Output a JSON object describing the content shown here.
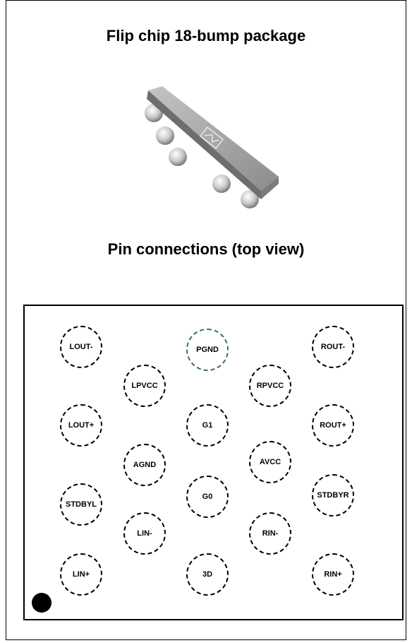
{
  "title": "Flip chip 18-bump package",
  "subtitle": "Pin connections (top view)",
  "pins": [
    {
      "label": "LOUT-"
    },
    {
      "label": "PGND"
    },
    {
      "label": "ROUT-"
    },
    {
      "label": "LPVCC"
    },
    {
      "label": "RPVCC"
    },
    {
      "label": "LOUT+"
    },
    {
      "label": "G1"
    },
    {
      "label": "ROUT+"
    },
    {
      "label": "AGND"
    },
    {
      "label": "AVCC"
    },
    {
      "label": "STDBYL"
    },
    {
      "label": "G0"
    },
    {
      "label": "STDBYR"
    },
    {
      "label": "LIN-"
    },
    {
      "label": "RIN-"
    },
    {
      "label": "LIN+"
    },
    {
      "label": "3D"
    },
    {
      "label": "RIN+"
    }
  ],
  "colors": {
    "chip_body": "#9a9a9a",
    "bump": "#d0d0d0",
    "outline": "#000000"
  }
}
